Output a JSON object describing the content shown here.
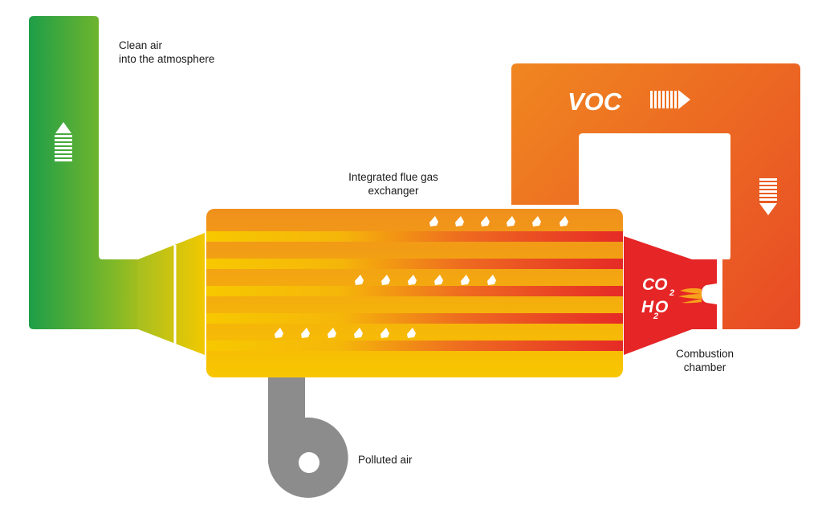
{
  "labels": {
    "clean_air": [
      "Clean air",
      "into the atmosphere"
    ],
    "exchanger": [
      "Integrated flue gas",
      "exchanger"
    ],
    "combustion": [
      "Combustion",
      "chamber"
    ],
    "polluted_air": "Polluted air"
  },
  "voc": "VOC",
  "products": {
    "co": "CO",
    "co_sub": "2",
    "h": "H",
    "o": "O",
    "h_sub": "2"
  },
  "icons": [
    "up-arrow-icon",
    "right-arrow-icon",
    "down-arrow-icon",
    "flame-icon",
    "fan-icon",
    "flow-arrow-icon"
  ],
  "colors": {
    "green": "#1e9e48",
    "yellow": "#f7c800",
    "orange": "#f0841e",
    "red": "#e52526",
    "fan_gray": "#8c8c8c"
  }
}
